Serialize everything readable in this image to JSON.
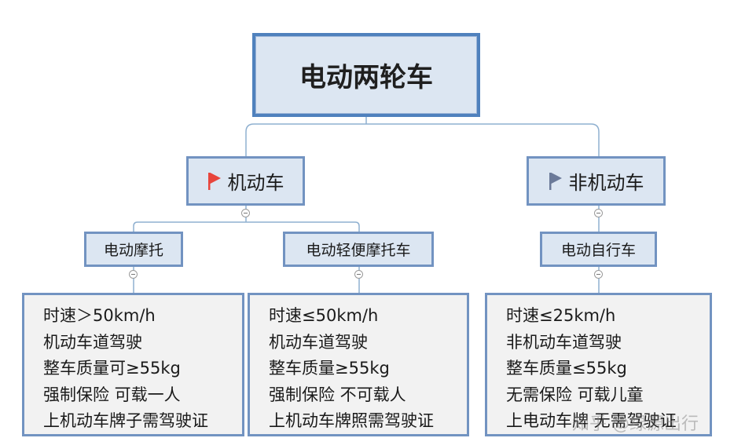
{
  "root": {
    "label": "电动两轮车"
  },
  "categories": [
    {
      "label": "机动车",
      "flag_color": "#e8453c",
      "subtypes": [
        {
          "label": "电动摩托",
          "details": [
            "时速＞50km/h",
            "机动车道驾驶",
            "整车质量可≥55kg",
            "强制保险 可载一人",
            "上机动车牌子需驾驶证"
          ]
        },
        {
          "label": "电动轻便摩托车",
          "details": [
            "时速≤50km/h",
            "机动车道驾驶",
            "整车质量≥55kg",
            "强制保险 不可载人",
            "上机动车牌照需驾驶证"
          ]
        }
      ]
    },
    {
      "label": "非机动车",
      "flag_color": "#6b7a99",
      "subtypes": [
        {
          "label": "电动自行车",
          "details": [
            "时速≤25km/h",
            "非机动车道驾驶",
            "整车质量≤55kg",
            "无需保险 可载儿童",
            "上电动车牌 无需驾驶证"
          ]
        }
      ]
    }
  ],
  "watermark": "知乎 @绿源出行",
  "colors": {
    "node_fill": "#dce6f2",
    "border": "#4f81bd",
    "leaf_fill": "#f2f2f2",
    "connector": "#8fb0d0"
  }
}
